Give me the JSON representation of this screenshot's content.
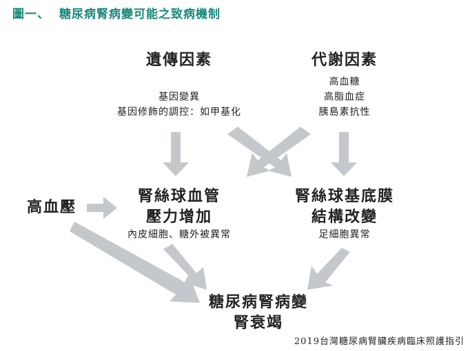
{
  "header": {
    "figure_no": "圖一、",
    "title": "糖尿病腎病變可能之致病機制"
  },
  "nodes": {
    "genetic": {
      "title": "遺傳因素",
      "details": [
        "基因變異",
        "基因修飾的調控：如甲基化"
      ]
    },
    "metabolic": {
      "title": "代謝因素",
      "details": [
        "高血糖",
        "高脂血症",
        "胰島素抗性"
      ]
    },
    "hypertension": {
      "title": "高血壓"
    },
    "glomerular_pressure": {
      "lines": [
        "腎絲球血管",
        "壓力增加"
      ],
      "detail": "內皮細胞、糖外被異常"
    },
    "glomerular_membrane": {
      "lines": [
        "腎絲球基底膜",
        "結構改變"
      ],
      "detail": "足細胞異常"
    },
    "outcome": {
      "lines": [
        "糖尿病腎病變",
        "腎衰竭"
      ]
    }
  },
  "footer": {
    "source": "2019台灣糖尿病腎臟疾病臨床照護指引"
  },
  "colors": {
    "title": "#1a8a7a",
    "arrow": "#c4c8cc"
  }
}
